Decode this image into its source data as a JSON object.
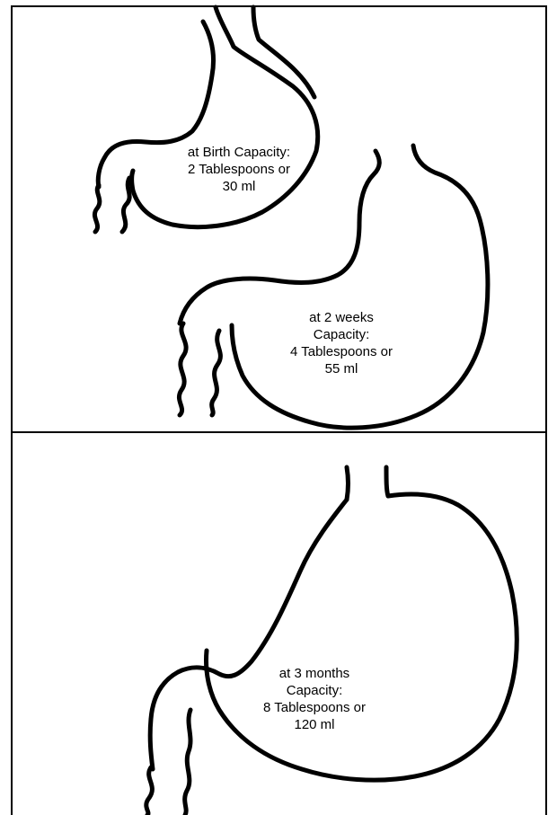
{
  "stages": [
    {
      "id": "birth",
      "lines": [
        "at Birth Capacity:",
        "2 Tablespoons or",
        "30 ml"
      ]
    },
    {
      "id": "two-weeks",
      "lines": [
        "at 2 weeks",
        "Capacity:",
        "4 Tablespoons or",
        "55 ml"
      ]
    },
    {
      "id": "three-months",
      "lines": [
        "at 3 months",
        "Capacity:",
        "8 Tablespoons or",
        "120 ml"
      ]
    }
  ]
}
